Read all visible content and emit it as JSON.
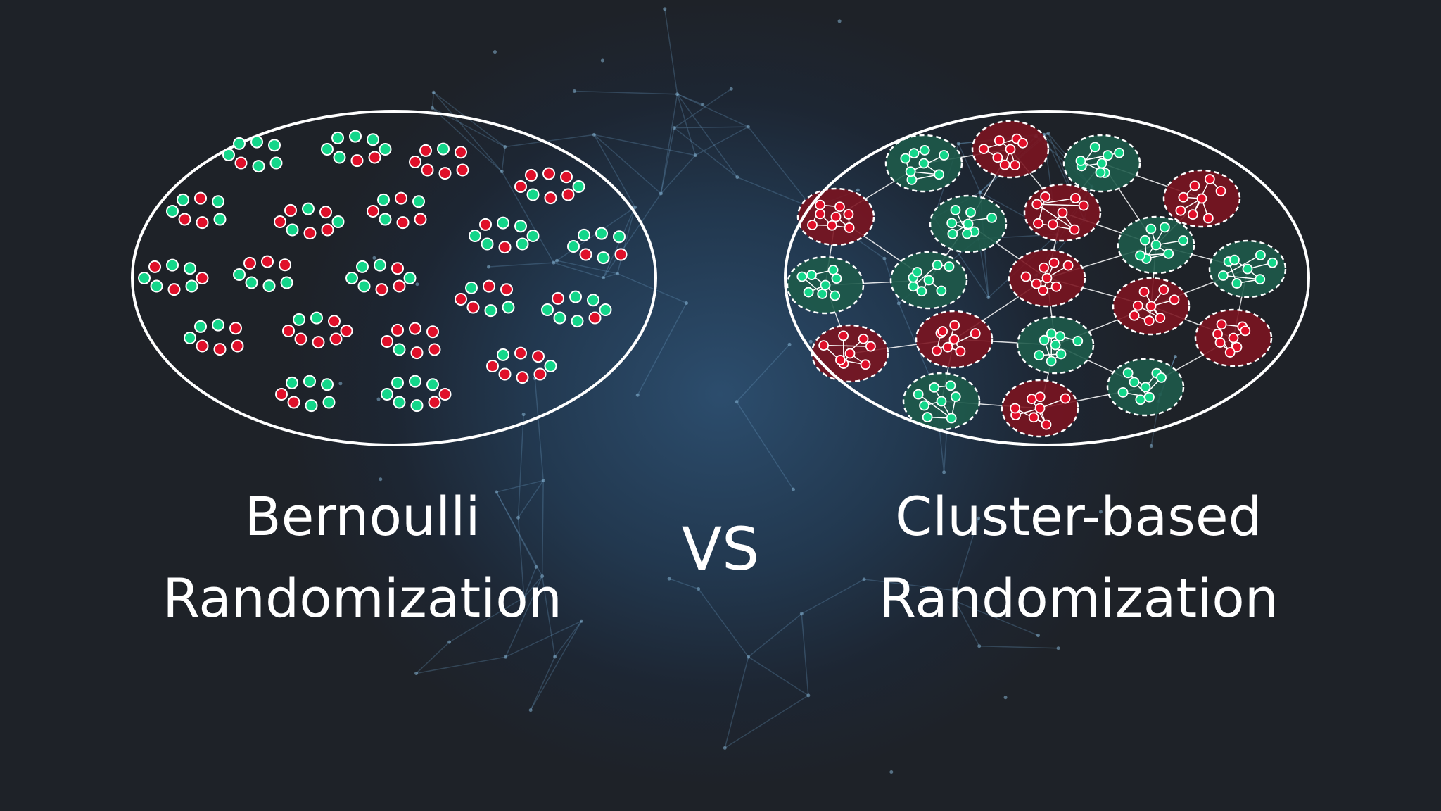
{
  "left_title_line1": "Bernoulli",
  "left_title_line2": "Randomization",
  "vs_text": "VS",
  "right_title_line1": "Cluster-based",
  "right_title_line2": "Randomization",
  "colors": {
    "treatment_dot": "#e0102a",
    "control_dot": "#14d68a",
    "treatment_cluster_fill": "#7a1420",
    "control_cluster_fill": "#1e5a4a",
    "outline": "#ffffff"
  }
}
